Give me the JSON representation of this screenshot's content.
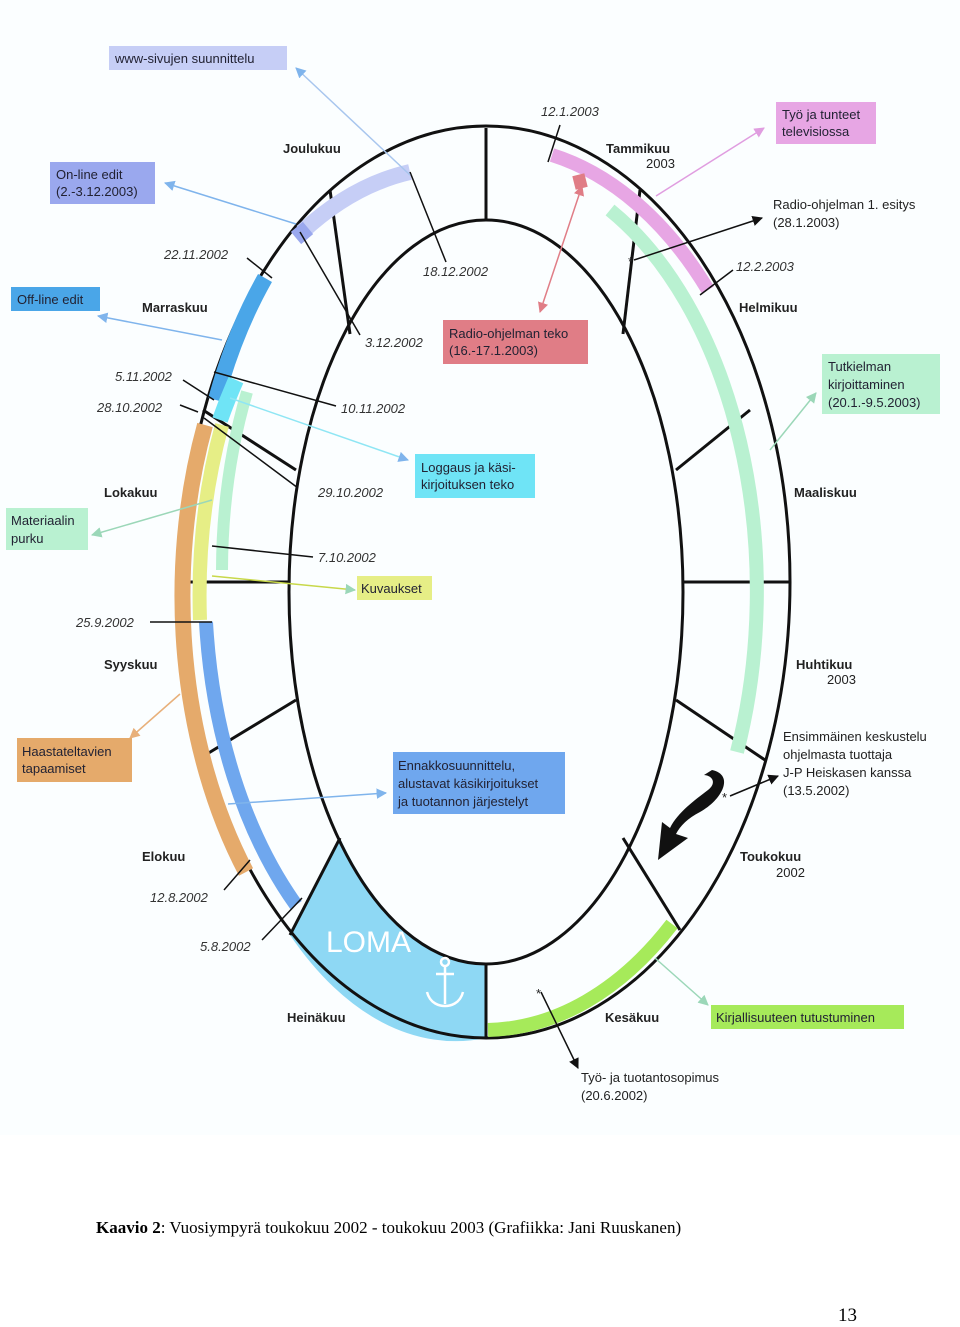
{
  "months": {
    "tammikuu": "Tammikuu",
    "tammikuu_year": "2003",
    "helmikuu": "Helmikuu",
    "maaliskuu": "Maaliskuu",
    "huhtikuu": "Huhtikuu",
    "huhtikuu_year": "2003",
    "toukokuu": "Toukokuu",
    "toukokuu_year": "2002",
    "kesakuu": "Kesäkuu",
    "heinakuu": "Heinäkuu",
    "elokuu": "Elokuu",
    "syyskuu": "Syyskuu",
    "lokakuu": "Lokakuu",
    "marraskuu": "Marraskuu",
    "joulukuu": "Joulukuu"
  },
  "dates": {
    "d_12_1_2003": "12.1.2003",
    "d_12_2_2003": "12.2.2003",
    "d_18_12_2002": "18.12.2002",
    "d_3_12_2002": "3.12.2002",
    "d_22_11_2002": "22.11.2002",
    "d_10_11_2002": "10.11.2002",
    "d_5_11_2002": "5.11.2002",
    "d_28_10_2002": "28.10.2002",
    "d_29_10_2002": "29.10.2002",
    "d_7_10_2002": "7.10.2002",
    "d_25_9_2002": "25.9.2002",
    "d_12_8_2002": "12.8.2002",
    "d_5_8_2002": "5.8.2002"
  },
  "boxes": {
    "www": "www-sivujen suunnittelu",
    "online_1": "On-line edit",
    "online_2": "(2.-3.12.2003)",
    "offline": "Off-line edit",
    "tyo_tv_1": "Työ ja tunteet",
    "tyo_tv_2": "televisiossa",
    "radio_teko_1": "Radio-ohjelman teko",
    "radio_teko_2": "(16.-17.1.2003)",
    "tutkielma_1": "Tutkielman",
    "tutkielma_2": "kirjoittaminen",
    "tutkielma_3": "(20.1.-9.5.2003)",
    "loggaus_1": "Loggaus ja käsi-",
    "loggaus_2": "kirjoituksen teko",
    "materiaalin_1": "Materiaalin",
    "materiaalin_2": "purku",
    "kuvaukset": "Kuvaukset",
    "haastateltavien_1": "Haastateltavien",
    "haastateltavien_2": "tapaamiset",
    "ennakko_1": "Ennakkosuunnittelu,",
    "ennakko_2": "alustavat käsikirjoitukset",
    "ennakko_3": "ja tuotannon järjestelyt",
    "kirjallisuus": "Kirjallisuuteen tutustuminen"
  },
  "notes": {
    "radio_esitys_1": "Radio-ohjelman 1. esitys",
    "radio_esitys_2": "(28.1.2003)",
    "keskustelu_1": "Ensimmäinen keskustelu",
    "keskustelu_2": "ohjelmasta tuottaja",
    "keskustelu_3": "J-P Heiskasen kanssa",
    "keskustelu_4": "(13.5.2002)",
    "sopimus_1": "Työ- ja tuotantosopimus",
    "sopimus_2": "(20.6.2002)",
    "loma": "LOMA"
  },
  "caption": {
    "label": "Kaavio 2",
    "text": ": Vuosiympyrä toukokuu 2002 - toukokuu 2003 (Grafiikka: Jani Ruuskanen)"
  },
  "page_number": "13",
  "colors": {
    "pink": "#e7a6e4",
    "light_blue": "#c6cef6",
    "blue": "#4aa6e8",
    "cyan": "#6fe4f6",
    "mint": "#b9f1d1",
    "orange": "#e5aa6b",
    "yellow": "#e6ee86",
    "green": "#a6ea5a",
    "loma": "#8ed8f4",
    "red_box": "#e07d86"
  },
  "icons": {
    "loma_symbol": "anchor-icon",
    "timeline_direction": "curved-arrow-icon"
  }
}
